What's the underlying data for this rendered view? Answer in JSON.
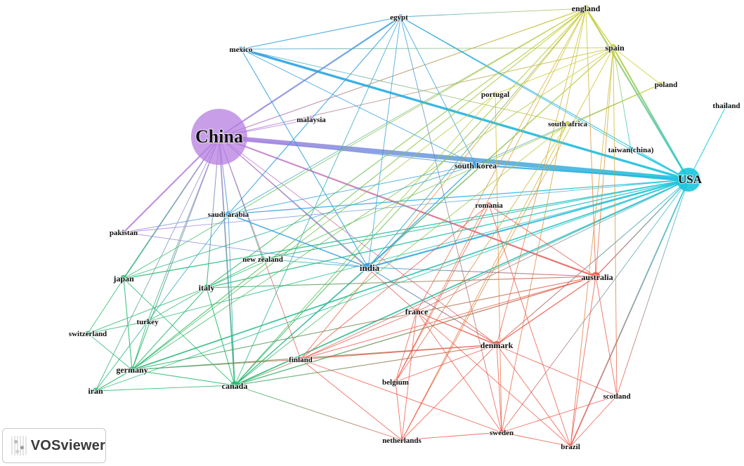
{
  "app": {
    "name": "VOSviewer"
  },
  "colors": {
    "cluster_purple": "#b57ee0",
    "cluster_cyan": "#18c5dc",
    "cluster_blue": "#2c9fe0",
    "cluster_yellow": "#c9cc2a",
    "cluster_green": "#1fb86a",
    "cluster_red": "#ee5747"
  },
  "nodes": [
    {
      "id": "china",
      "label": "China",
      "cluster": "purple",
      "weight": 10
    },
    {
      "id": "usa",
      "label": "USA",
      "cluster": "cyan",
      "weight": 5
    },
    {
      "id": "egypt",
      "label": "egypt",
      "cluster": "blue",
      "weight": 1
    },
    {
      "id": "mexico",
      "label": "mexico",
      "cluster": "blue",
      "weight": 1
    },
    {
      "id": "england",
      "label": "england",
      "cluster": "yellow",
      "weight": 1.6
    },
    {
      "id": "spain",
      "label": "spain",
      "cluster": "yellow",
      "weight": 1.6
    },
    {
      "id": "poland",
      "label": "poland",
      "cluster": "yellow",
      "weight": 1
    },
    {
      "id": "portugal",
      "label": "portugal",
      "cluster": "yellow",
      "weight": 1
    },
    {
      "id": "thailand",
      "label": "thailand",
      "cluster": "cyan",
      "weight": 0.8
    },
    {
      "id": "malaysia",
      "label": "malaysia",
      "cluster": "purple",
      "weight": 0.8
    },
    {
      "id": "south_africa",
      "label": "south africa",
      "cluster": "yellow",
      "weight": 0.8
    },
    {
      "id": "taiwan",
      "label": "taiwan(china)",
      "cluster": "cyan",
      "weight": 1.2
    },
    {
      "id": "south_korea",
      "label": "south korea",
      "cluster": "blue",
      "weight": 1.6
    },
    {
      "id": "saudi_arabia",
      "label": "saudi arabia",
      "cluster": "blue",
      "weight": 1.2
    },
    {
      "id": "romania",
      "label": "romania",
      "cluster": "red",
      "weight": 0.8
    },
    {
      "id": "pakistan",
      "label": "pakistan",
      "cluster": "purple",
      "weight": 0.8
    },
    {
      "id": "new_zealand",
      "label": "new zealand",
      "cluster": "green",
      "weight": 0.8
    },
    {
      "id": "india",
      "label": "india",
      "cluster": "blue",
      "weight": 2
    },
    {
      "id": "australia",
      "label": "australia",
      "cluster": "red",
      "weight": 2
    },
    {
      "id": "japan",
      "label": "japan",
      "cluster": "green",
      "weight": 1.6
    },
    {
      "id": "italy",
      "label": "italy",
      "cluster": "green",
      "weight": 1.4
    },
    {
      "id": "france",
      "label": "france",
      "cluster": "red",
      "weight": 1.4
    },
    {
      "id": "turkey",
      "label": "turkey",
      "cluster": "green",
      "weight": 0.8
    },
    {
      "id": "switzerland",
      "label": "switzerland",
      "cluster": "green",
      "weight": 0.8
    },
    {
      "id": "denmark",
      "label": "denmark",
      "cluster": "red",
      "weight": 1.6
    },
    {
      "id": "finland",
      "label": "finland",
      "cluster": "red",
      "weight": 1.1
    },
    {
      "id": "germany",
      "label": "germany",
      "cluster": "green",
      "weight": 1.4
    },
    {
      "id": "belgium",
      "label": "belgium",
      "cluster": "red",
      "weight": 0.8
    },
    {
      "id": "canada",
      "label": "canada",
      "cluster": "green",
      "weight": 1.8
    },
    {
      "id": "iran",
      "label": "iran",
      "cluster": "green",
      "weight": 1.4
    },
    {
      "id": "scotland",
      "label": "scotland",
      "cluster": "red",
      "weight": 0.8
    },
    {
      "id": "netherlands",
      "label": "netherlands",
      "cluster": "red",
      "weight": 0.8
    },
    {
      "id": "sweden",
      "label": "sweden",
      "cluster": "red",
      "weight": 0.9
    },
    {
      "id": "brazil",
      "label": "brazil",
      "cluster": "red",
      "weight": 1.1
    }
  ],
  "links": [
    [
      "china",
      "usa",
      6
    ],
    [
      "china",
      "egypt",
      2
    ],
    [
      "china",
      "england",
      1.2
    ],
    [
      "china",
      "spain",
      1
    ],
    [
      "china",
      "malaysia",
      0.8
    ],
    [
      "china",
      "south_korea",
      1
    ],
    [
      "china",
      "australia",
      2
    ],
    [
      "china",
      "pakistan",
      2
    ],
    [
      "china",
      "japan",
      1.6
    ],
    [
      "china",
      "italy",
      1
    ],
    [
      "china",
      "canada",
      1.6
    ],
    [
      "china",
      "india",
      1
    ],
    [
      "china",
      "germany",
      1
    ],
    [
      "china",
      "saudi_arabia",
      1
    ],
    [
      "china",
      "new_zealand",
      0.8
    ],
    [
      "china",
      "finland",
      0.8
    ],
    [
      "china",
      "denmark",
      0.8
    ],
    [
      "china",
      "france",
      0.8
    ],
    [
      "china",
      "turkey",
      0.8
    ],
    [
      "china",
      "iran",
      0.8
    ],
    [
      "usa",
      "mexico",
      3
    ],
    [
      "usa",
      "egypt",
      1
    ],
    [
      "usa",
      "england",
      2
    ],
    [
      "usa",
      "spain",
      2
    ],
    [
      "usa",
      "thailand",
      1
    ],
    [
      "usa",
      "taiwan",
      2
    ],
    [
      "usa",
      "south_korea",
      2
    ],
    [
      "usa",
      "india",
      2
    ],
    [
      "usa",
      "saudi_arabia",
      1.2
    ],
    [
      "usa",
      "australia",
      1.2
    ],
    [
      "usa",
      "japan",
      1.2
    ],
    [
      "usa",
      "italy",
      1.2
    ],
    [
      "usa",
      "canada",
      1.6
    ],
    [
      "usa",
      "germany",
      1.6
    ],
    [
      "usa",
      "pakistan",
      0.8
    ],
    [
      "usa",
      "new_zealand",
      1
    ],
    [
      "usa",
      "denmark",
      1
    ],
    [
      "usa",
      "brazil",
      1.6
    ],
    [
      "usa",
      "scotland",
      0.8
    ],
    [
      "usa",
      "sweden",
      0.8
    ],
    [
      "usa",
      "france",
      0.8
    ],
    [
      "usa",
      "finland",
      0.8
    ],
    [
      "usa",
      "iran",
      0.8
    ],
    [
      "usa",
      "turkey",
      0.8
    ],
    [
      "egypt",
      "mexico",
      1
    ],
    [
      "egypt",
      "england",
      0.8
    ],
    [
      "egypt",
      "india",
      0.8
    ],
    [
      "egypt",
      "saudi_arabia",
      1
    ],
    [
      "egypt",
      "sweden",
      0.8
    ],
    [
      "egypt",
      "taiwan",
      0.8
    ],
    [
      "egypt",
      "south_korea",
      0.8
    ],
    [
      "egypt",
      "canada",
      0.8
    ],
    [
      "mexico",
      "india",
      1
    ],
    [
      "mexico",
      "spain",
      0.6
    ],
    [
      "mexico",
      "south_africa",
      0.6
    ],
    [
      "mexico",
      "south_korea",
      0.8
    ],
    [
      "england",
      "india",
      1
    ],
    [
      "england",
      "canada",
      1
    ],
    [
      "england",
      "italy",
      1
    ],
    [
      "england",
      "germany",
      1
    ],
    [
      "england",
      "japan",
      0.8
    ],
    [
      "england",
      "finland",
      0.8
    ],
    [
      "england",
      "belgium",
      0.8
    ],
    [
      "england",
      "denmark",
      0.8
    ],
    [
      "england",
      "australia",
      0.8
    ],
    [
      "england",
      "spain",
      1.2
    ],
    [
      "england",
      "sweden",
      0.8
    ],
    [
      "england",
      "saudi_arabia",
      0.8
    ],
    [
      "england",
      "france",
      0.8
    ],
    [
      "spain",
      "india",
      0.8
    ],
    [
      "spain",
      "poland",
      0.8
    ],
    [
      "spain",
      "canada",
      0.8
    ],
    [
      "spain",
      "germany",
      0.8
    ],
    [
      "spain",
      "portugal",
      0.8
    ],
    [
      "spain",
      "netherlands",
      0.8
    ],
    [
      "spain",
      "brazil",
      0.8
    ],
    [
      "spain",
      "australia",
      0.8
    ],
    [
      "spain",
      "taiwan",
      0.8
    ],
    [
      "spain",
      "scotland",
      0.8
    ],
    [
      "poland",
      "italy",
      0.8
    ],
    [
      "poland",
      "south_korea",
      0.8
    ],
    [
      "portugal",
      "germany",
      0.8
    ],
    [
      "portugal",
      "canada",
      0.8
    ],
    [
      "portugal",
      "sweden",
      0.8
    ],
    [
      "south_africa",
      "canada",
      0.8
    ],
    [
      "south_africa",
      "netherlands",
      0.8
    ],
    [
      "south_africa",
      "belgium",
      0.8
    ],
    [
      "south_korea",
      "india",
      1.2
    ],
    [
      "south_korea",
      "saudi_arabia",
      0.8
    ],
    [
      "south_korea",
      "japan",
      0.8
    ],
    [
      "saudi_arabia",
      "india",
      1.4
    ],
    [
      "saudi_arabia",
      "canada",
      0.8
    ],
    [
      "saudi_arabia",
      "iran",
      0.8
    ],
    [
      "saudi_arabia",
      "pakistan",
      0.8
    ],
    [
      "pakistan",
      "india",
      0.8
    ],
    [
      "india",
      "australia",
      1
    ],
    [
      "india",
      "denmark",
      1
    ],
    [
      "india",
      "canada",
      1
    ],
    [
      "india",
      "new_zealand",
      0.8
    ],
    [
      "australia",
      "denmark",
      1.2
    ],
    [
      "australia",
      "romania",
      0.8
    ],
    [
      "australia",
      "scotland",
      0.8
    ],
    [
      "australia",
      "germany",
      1
    ],
    [
      "australia",
      "finland",
      0.8
    ],
    [
      "australia",
      "brazil",
      0.8
    ],
    [
      "australia",
      "italy",
      1
    ],
    [
      "australia",
      "canada",
      1.2
    ],
    [
      "romania",
      "belgium",
      0.8
    ],
    [
      "romania",
      "finland",
      0.8
    ],
    [
      "romania",
      "brazil",
      0.8
    ],
    [
      "france",
      "belgium",
      0.8
    ],
    [
      "france",
      "netherlands",
      0.8
    ],
    [
      "france",
      "sweden",
      0.8
    ],
    [
      "france",
      "brazil",
      0.8
    ],
    [
      "france",
      "denmark",
      0.8
    ],
    [
      "france",
      "finland",
      0.8
    ],
    [
      "france",
      "scotland",
      0.6
    ],
    [
      "denmark",
      "finland",
      1
    ],
    [
      "denmark",
      "sweden",
      0.8
    ],
    [
      "denmark",
      "netherlands",
      0.8
    ],
    [
      "denmark",
      "belgium",
      0.8
    ],
    [
      "denmark",
      "germany",
      1
    ],
    [
      "denmark",
      "brazil",
      0.8
    ],
    [
      "denmark",
      "canada",
      1
    ],
    [
      "finland",
      "netherlands",
      0.8
    ],
    [
      "finland",
      "sweden",
      0.8
    ],
    [
      "finland",
      "germany",
      0.8
    ],
    [
      "finland",
      "canada",
      0.8
    ],
    [
      "sweden",
      "netherlands",
      0.8
    ],
    [
      "sweden",
      "brazil",
      0.8
    ],
    [
      "sweden",
      "scotland",
      0.8
    ],
    [
      "belgium",
      "netherlands",
      0.8
    ],
    [
      "canada",
      "netherlands",
      0.8
    ],
    [
      "canada",
      "germany",
      1
    ],
    [
      "canada",
      "italy",
      1
    ],
    [
      "canada",
      "iran",
      0.8
    ],
    [
      "germany",
      "japan",
      1
    ],
    [
      "germany",
      "italy",
      1
    ],
    [
      "germany",
      "turkey",
      0.8
    ],
    [
      "germany",
      "switzerland",
      0.8
    ],
    [
      "germany",
      "iran",
      0.8
    ],
    [
      "italy",
      "turkey",
      0.8
    ],
    [
      "italy",
      "new_zealand",
      0.8
    ],
    [
      "switzerland",
      "turkey",
      0.8
    ],
    [
      "switzerland",
      "italy",
      0.8
    ],
    [
      "japan",
      "switzerland",
      0.6
    ],
    [
      "iran",
      "germany",
      0.8
    ],
    [
      "japan",
      "canada",
      0.8
    ],
    [
      "brazil",
      "scotland",
      0.6
    ]
  ]
}
